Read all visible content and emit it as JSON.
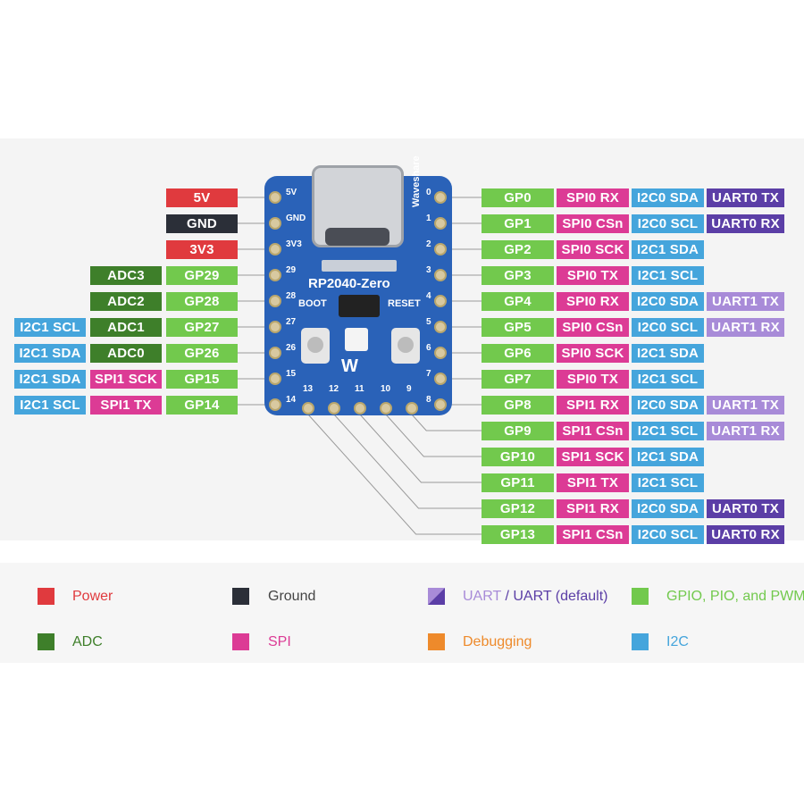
{
  "colors": {
    "power": "#e03a3e",
    "ground": "#2b2f38",
    "adc": "#3e7f2a",
    "gpio": "#72c94d",
    "spi": "#dc3b95",
    "i2c": "#45a5dc",
    "uart_default": "#5b3ea6",
    "uart": "#a88bd8",
    "debugging": "#ee8a2b",
    "board": "#2a62b8"
  },
  "board": {
    "title": "RP2040-Zero",
    "brand": "Waveshare",
    "boot": "BOOT",
    "reset": "RESET",
    "left_pins": [
      "5V",
      "GND",
      "3V3",
      "29",
      "28",
      "27",
      "26",
      "15",
      "14"
    ],
    "right_pins": [
      "0",
      "1",
      "2",
      "3",
      "4",
      "5",
      "6",
      "7",
      "8"
    ],
    "bottom_pins": [
      "13",
      "12",
      "11",
      "10",
      "9"
    ]
  },
  "left_labels": [
    [
      "5V"
    ],
    [
      "GND"
    ],
    [
      "3V3"
    ],
    [
      "ADC3",
      "GP29"
    ],
    [
      "ADC2",
      "GP28"
    ],
    [
      "I2C1 SCL",
      "ADC1",
      "GP27"
    ],
    [
      "I2C1 SDA",
      "ADC0",
      "GP26"
    ],
    [
      "I2C1 SDA",
      "SPI1 SCK",
      "GP15"
    ],
    [
      "I2C1 SCL",
      "SPI1 TX",
      "GP14"
    ]
  ],
  "right_labels": [
    [
      "GP0",
      "SPI0 RX",
      "I2C0 SDA",
      "UART0 TX"
    ],
    [
      "GP1",
      "SPI0 CSn",
      "I2C0 SCL",
      "UART0 RX"
    ],
    [
      "GP2",
      "SPI0 SCK",
      "I2C1 SDA"
    ],
    [
      "GP3",
      "SPI0 TX",
      "I2C1 SCL"
    ],
    [
      "GP4",
      "SPI0 RX",
      "I2C0 SDA",
      "UART1 TX"
    ],
    [
      "GP5",
      "SPI0 CSn",
      "I2C0 SCL",
      "UART1 RX"
    ],
    [
      "GP6",
      "SPI0 SCK",
      "I2C1 SDA"
    ],
    [
      "GP7",
      "SPI0 TX",
      "I2C1 SCL"
    ],
    [
      "GP8",
      "SPI1 RX",
      "I2C0 SDA",
      "UART1 TX"
    ],
    [
      "GP9",
      "SPI1 CSn",
      "I2C1 SCL",
      "UART1 RX"
    ],
    [
      "GP10",
      "SPI1 SCK",
      "I2C1 SDA"
    ],
    [
      "GP11",
      "SPI1 TX",
      "I2C1 SCL"
    ],
    [
      "GP12",
      "SPI1 RX",
      "I2C0 SDA",
      "UART0 TX"
    ],
    [
      "GP13",
      "SPI1 CSn",
      "I2C0 SCL",
      "UART0 RX"
    ]
  ],
  "legend": {
    "power": "Power",
    "ground": "Ground",
    "uart": "UART",
    "sep": "/",
    "uart_default": "UART (default)",
    "gpio": "GPIO, PIO, and PWM",
    "adc": "ADC",
    "spi": "SPI",
    "debugging": "Debugging",
    "i2c": "I2C"
  }
}
